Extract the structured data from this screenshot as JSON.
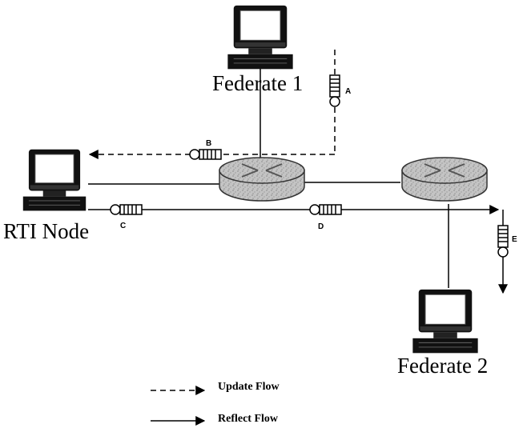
{
  "nodes": {
    "federate1": {
      "label": "Federate 1"
    },
    "federate2": {
      "label": "Federate 2"
    },
    "rti": {
      "label": "RTI Node"
    }
  },
  "queues": {
    "a": "A",
    "b": "B",
    "c": "C",
    "d": "D",
    "e": "E"
  },
  "legend": {
    "update": "Update Flow",
    "reflect": "Reflect Flow"
  },
  "colors": {
    "ink": "#000000",
    "router_fill": "#b8b8b8",
    "monitor_screen": "#ffffff"
  }
}
